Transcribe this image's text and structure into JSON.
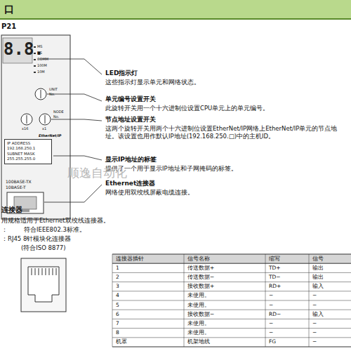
{
  "diagram": {
    "title": "口",
    "nodes": [
      {
        "text": [
          "IP ADDRESS",
          "192.168.250.1",
          "SUBNET MASK",
          "255.255.255.0"
        ]
      }
    ],
    "labels": [
      "P21",
      "8.8.",
      "MS",
      "NS",
      "COMM",
      "100M",
      "10M",
      "UNIT",
      "No.",
      "NODE",
      "No.",
      "x16",
      "x1",
      "EtherNet/IP",
      "100BASE-TX",
      "10BASE-T",
      "LED指示灯",
      "这些指示灯显示单元和网络状态。",
      "单元编号设置开关",
      "此旋转开关用一个十六进制位设置CPU单元上的单元编号。",
      "节点地址设置开关",
      "这两个旋转开关用两个十六进制位设置EtherNet/IP网络上EtherNet/IP单元的节点地址。该设置也用作默认IP地址(192.168.250.□)中的主机ID。",
      "显示IP地址的标签",
      "提供了一个用于显示IP地址和子网掩码的标签。",
      "Ethernet连接器",
      "网络使用双绞线屏蔽电缆连接。",
      "连接器",
      "用规格适用于Ethernet双绞线连接器。",
      "：",
      "符合IEEE802.3标准。",
      "：RJ45 8针模块化连接器",
      "(符合ISO 8877)",
      "连接器插针",
      "信号名称",
      "缩写",
      "信号",
      "1",
      "传送数据+",
      "TD+",
      "输出",
      "2",
      "传送数据−",
      "TD−",
      "输出",
      "3",
      "接收数据+",
      "RD+",
      "输入",
      "4",
      "未使用。",
      "−",
      "−",
      "5",
      "未使用。",
      "−",
      "−",
      "6",
      "接收数据−",
      "RD−",
      "输入",
      "7",
      "未使用。",
      "−",
      "−",
      "8",
      "未使用。",
      "−",
      "−",
      "机罩",
      "机架地线",
      "FG",
      "−",
      "顺逸自动化"
    ]
  }
}
